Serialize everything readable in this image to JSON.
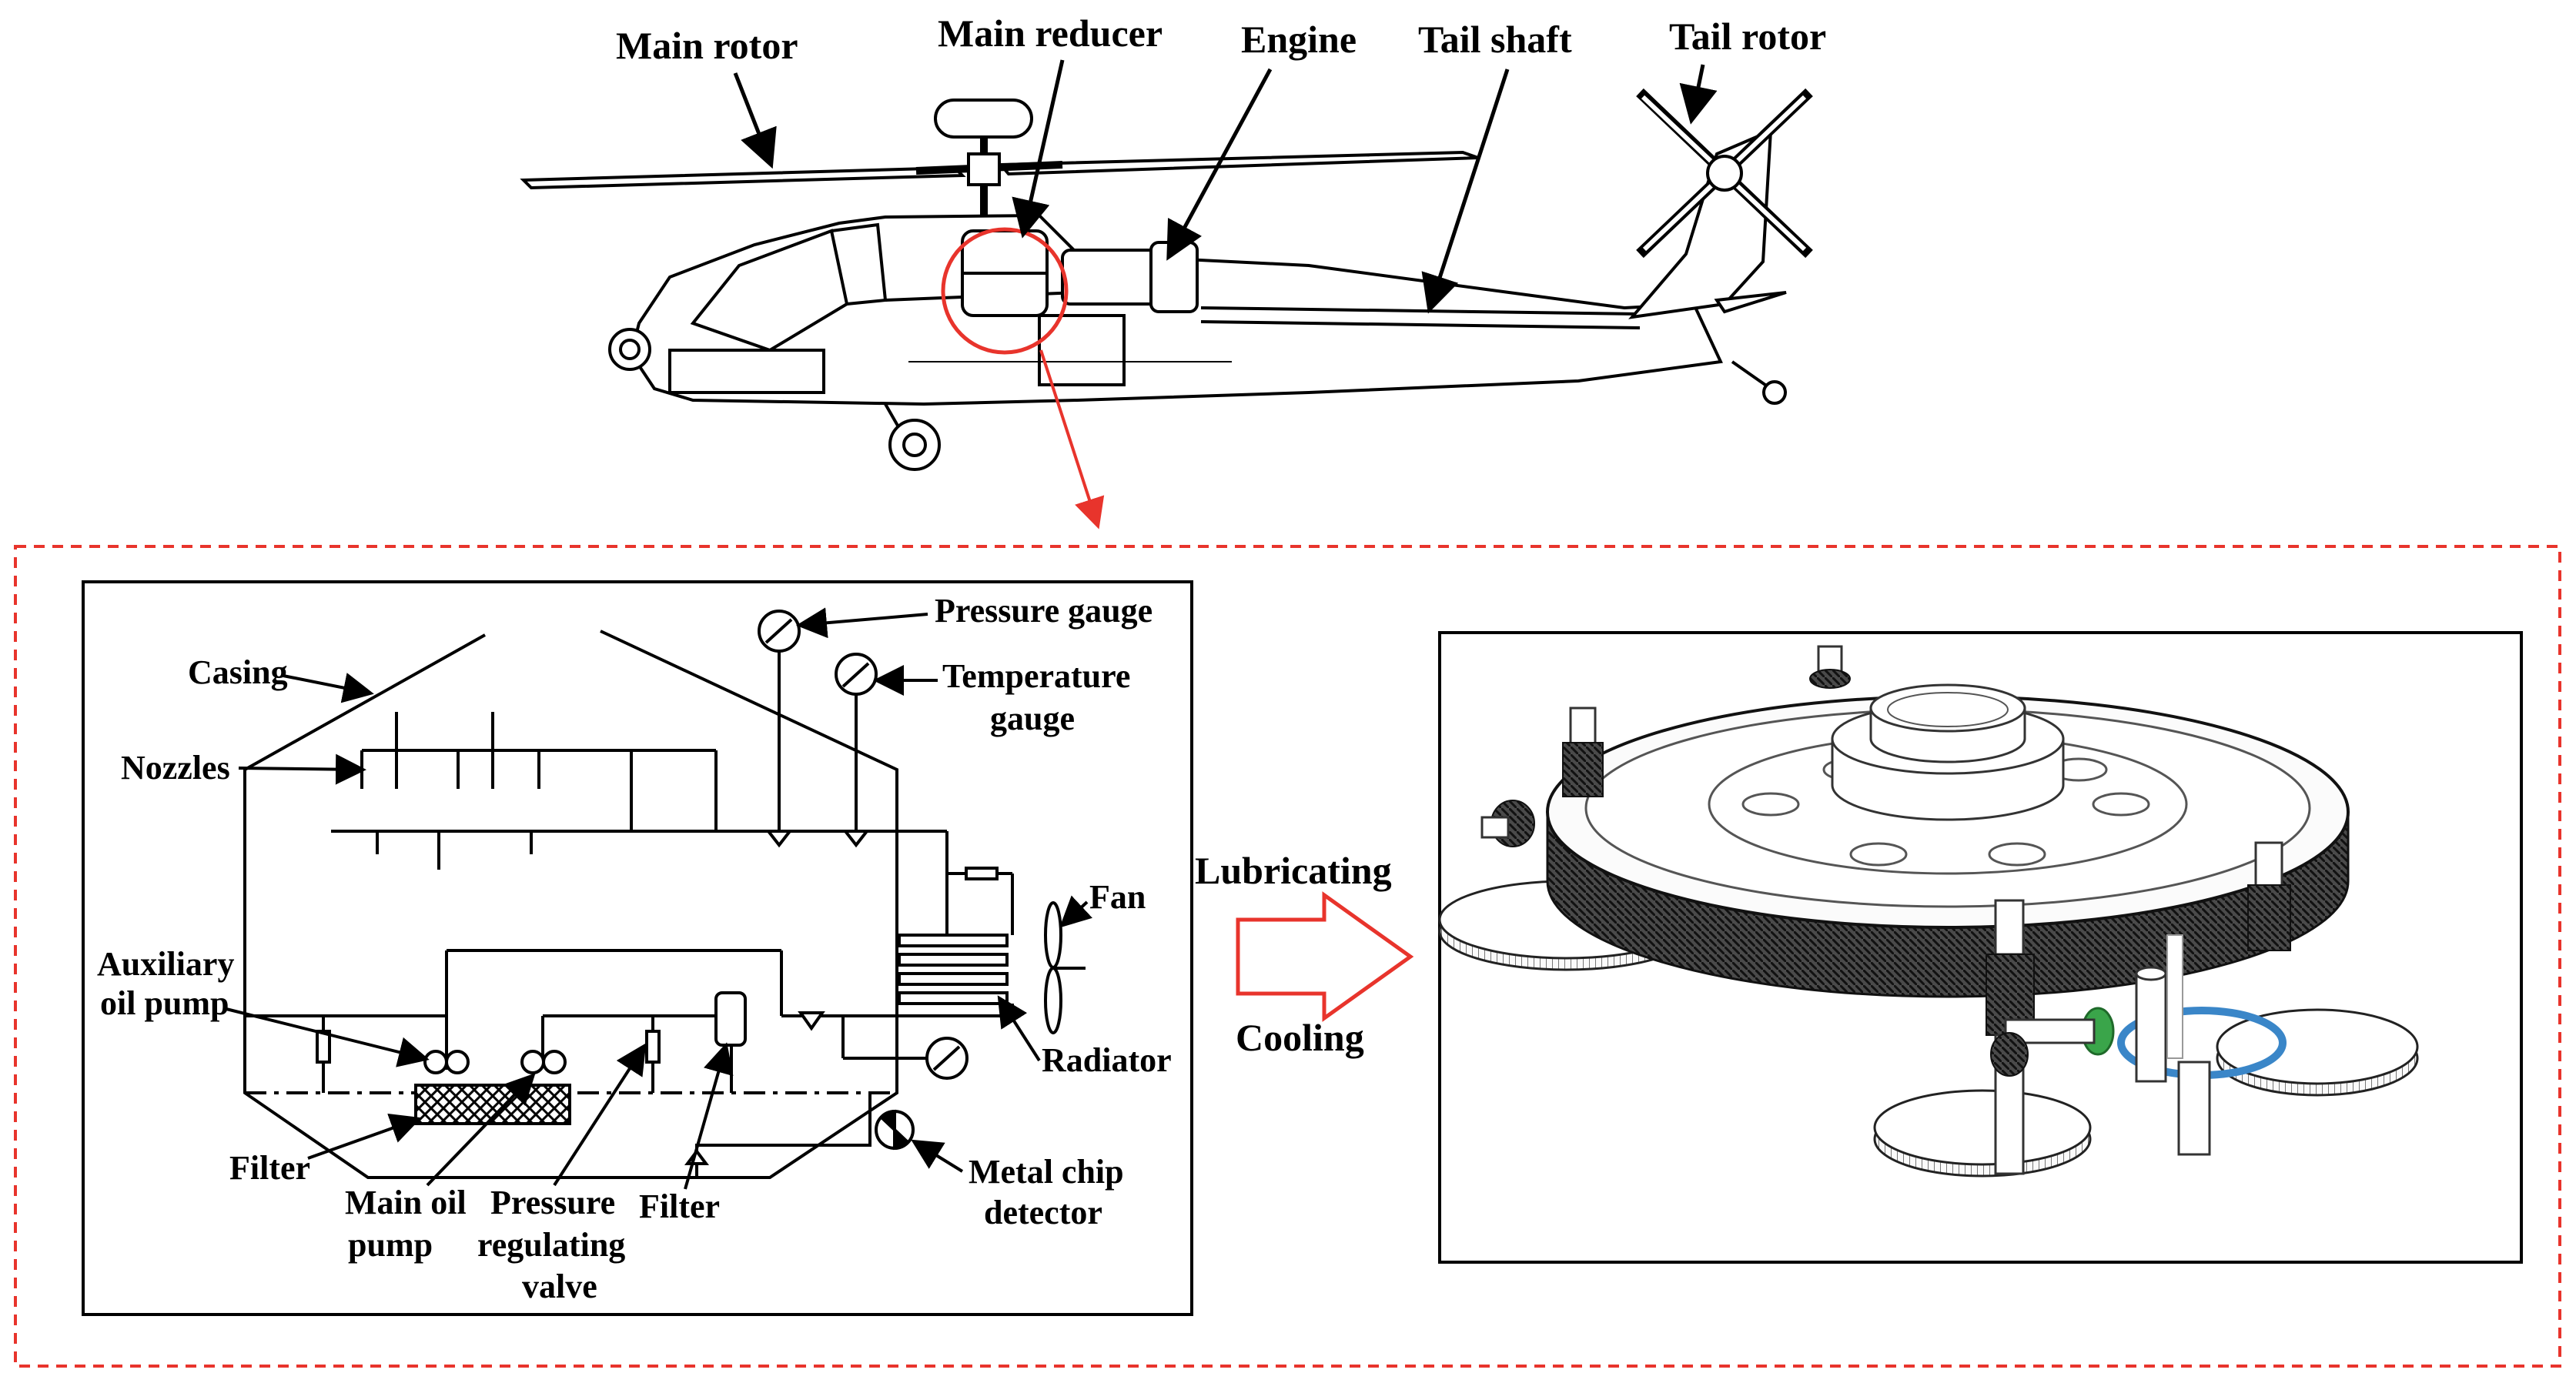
{
  "helicopter": {
    "labels": {
      "main_rotor": "Main rotor",
      "main_reducer": "Main reducer",
      "engine": "Engine",
      "tail_shaft": "Tail shaft",
      "tail_rotor": "Tail rotor"
    }
  },
  "lubrication_schematic": {
    "labels": {
      "casing": "Casing",
      "nozzles": "Nozzles",
      "pressure_gauge": "Pressure gauge",
      "temperature_gauge_line1": "Temperature",
      "temperature_gauge_line2": "gauge",
      "fan": "Fan",
      "auxiliary_pump_line1": "Auxiliary",
      "auxiliary_pump_line2": "oil pump",
      "radiator": "Radiator",
      "filter_left": "Filter",
      "main_pump_line1": "Main oil",
      "main_pump_line2": "pump",
      "prv_line1": "Pressure",
      "prv_line2": "regulating",
      "prv_line3": "valve",
      "filter_bottom": "Filter",
      "chip_line1": "Metal chip",
      "chip_line2": "detector"
    }
  },
  "functions": {
    "lubricating": "Lubricating",
    "cooling": "Cooling"
  },
  "colors": {
    "highlight_red": "#e8342c",
    "dash_border_red": "#e8342c",
    "gear_shade_dark": "#333333",
    "green_gear": "#3aa54a",
    "blue_ring": "#3a86c8"
  }
}
